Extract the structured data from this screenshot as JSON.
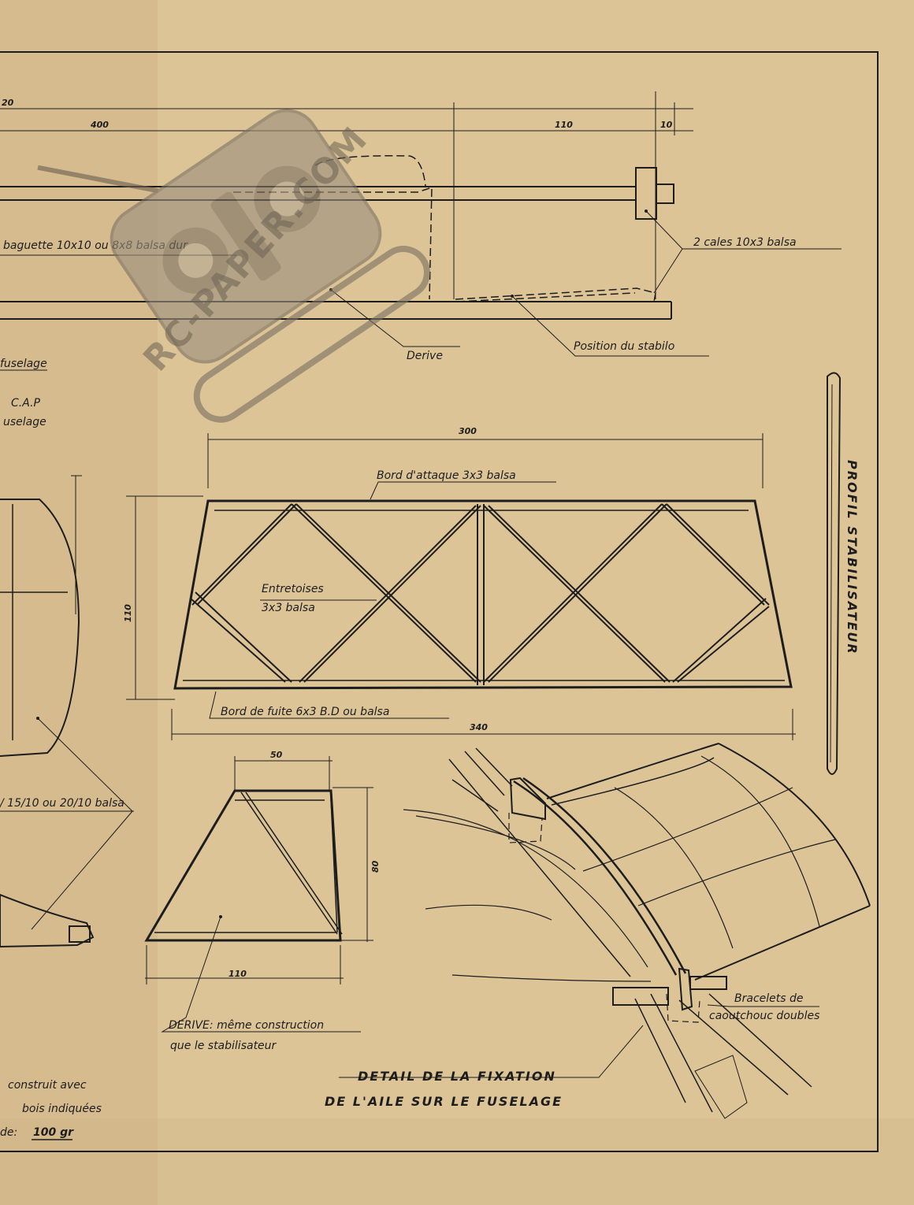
{
  "fuselage_view": {
    "dim_left": "20",
    "dim_400": "400",
    "dim_110": "110",
    "dim_10": "10",
    "label_baguette": "baguette 10x10 ou 8x8 balsa dur",
    "label_cales": "2 cales 10x3 balsa",
    "label_derive": "Derive",
    "label_position_stabilo": "Position du stabilo",
    "label_fuselage": "fuselage",
    "label_cap": "C.A.P",
    "label_fuselage2": "uselage"
  },
  "stabilizer_plan": {
    "dim_top": "300",
    "dim_bottom": "340",
    "dim_height": "110",
    "label_bord_attaque": "Bord d'attaque 3x3 balsa",
    "label_entretoises_1": "Entretoises",
    "label_entretoises_2": "3x3 balsa",
    "label_bord_fuite": "Bord de fuite 6x3 B.D ou balsa"
  },
  "profile": {
    "title": "PROFIL STABILISATEUR"
  },
  "fin_view": {
    "dim_top": "50",
    "dim_height": "80",
    "dim_bottom": "110",
    "label_1": "DERIVE: même construction",
    "label_2": "que le stabilisateur"
  },
  "wing_detail": {
    "title_1": "DETAIL DE LA FIXATION",
    "title_2": "DE L'AILE SUR LE FUSELAGE",
    "label_bracelets_1": "Bracelets de",
    "label_bracelets_2": "caoutchouc doubles"
  },
  "left_notes": {
    "label_balsa": "/ 15/10 ou 20/10 balsa",
    "note_1": "construit avec",
    "note_2": "bois indiquées",
    "note_3_prefix": "de:",
    "note_3_value": "100 gr"
  },
  "watermark": {
    "text": "RC-PAPER.COM"
  },
  "colors": {
    "paper": "#dcc496",
    "ink": "#1d1d1d",
    "watermark": "#8d8272"
  }
}
